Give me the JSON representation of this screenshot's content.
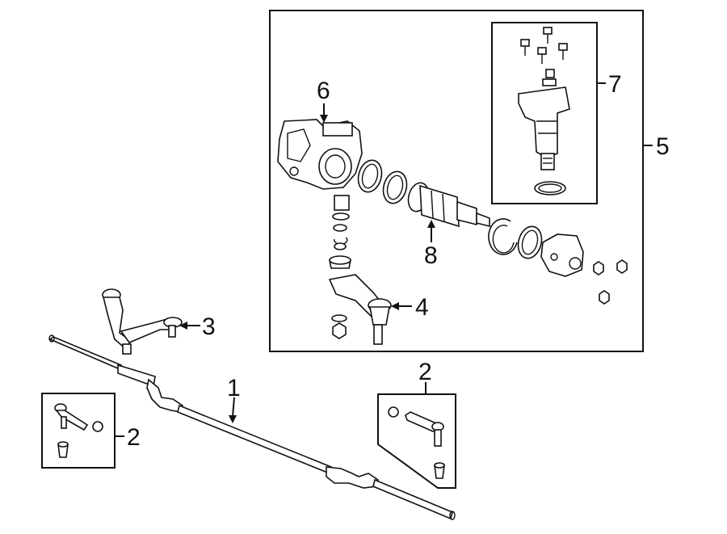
{
  "callouts": {
    "c1": "1",
    "c2_left": "2",
    "c2_right": "2",
    "c3": "3",
    "c4": "4",
    "c5": "5",
    "c6": "6",
    "c7": "7",
    "c8": "8"
  },
  "colors": {
    "stroke": "#111111",
    "background": "#ffffff"
  }
}
